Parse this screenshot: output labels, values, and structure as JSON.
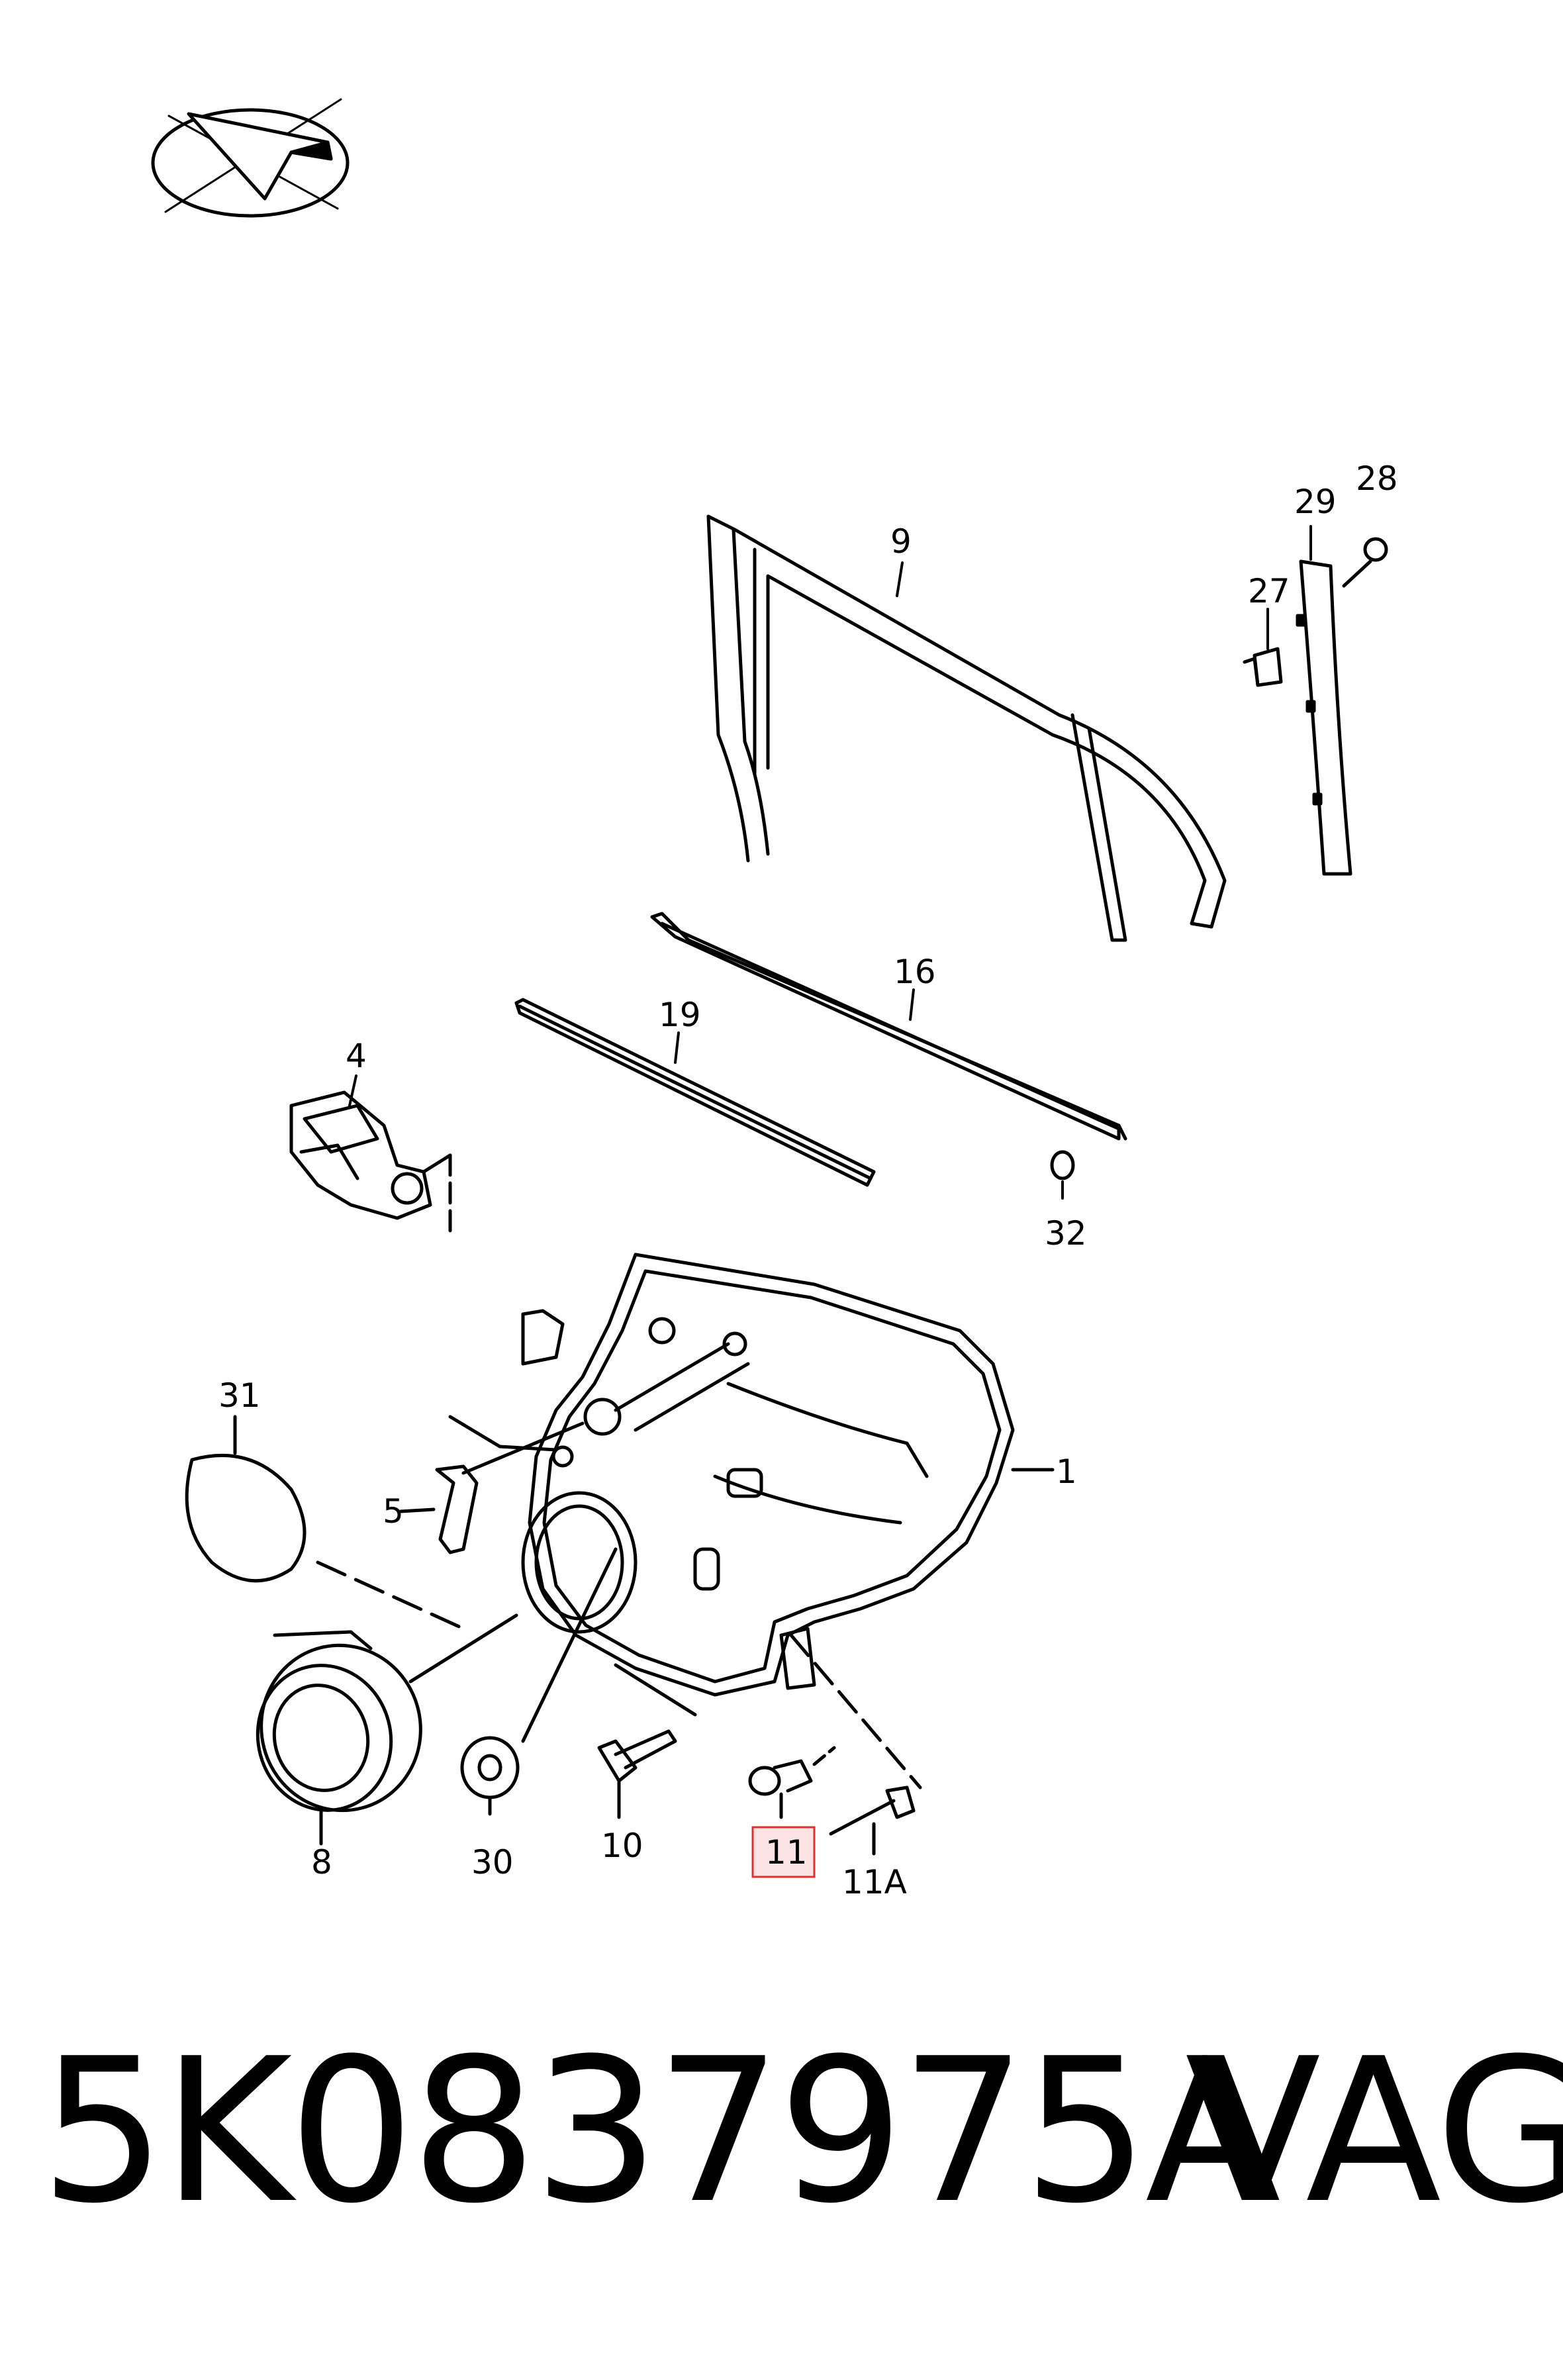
{
  "diagram": {
    "highlighted_part": "11",
    "labels": {
      "l1": "1",
      "l4": "4",
      "l5": "5",
      "l8": "8",
      "l9": "9",
      "l10": "10",
      "l11": "11",
      "l11a": "11A",
      "l16": "16",
      "l19": "19",
      "l27": "27",
      "l28": "28",
      "l29": "29",
      "l30": "30",
      "l31": "31",
      "l32": "32"
    },
    "colors": {
      "line": "#000000",
      "highlight_border": "#e03030",
      "highlight_fill": "#fbe3e3"
    }
  },
  "footer": {
    "part_number": "5K0837975A",
    "brand": "VAG"
  }
}
